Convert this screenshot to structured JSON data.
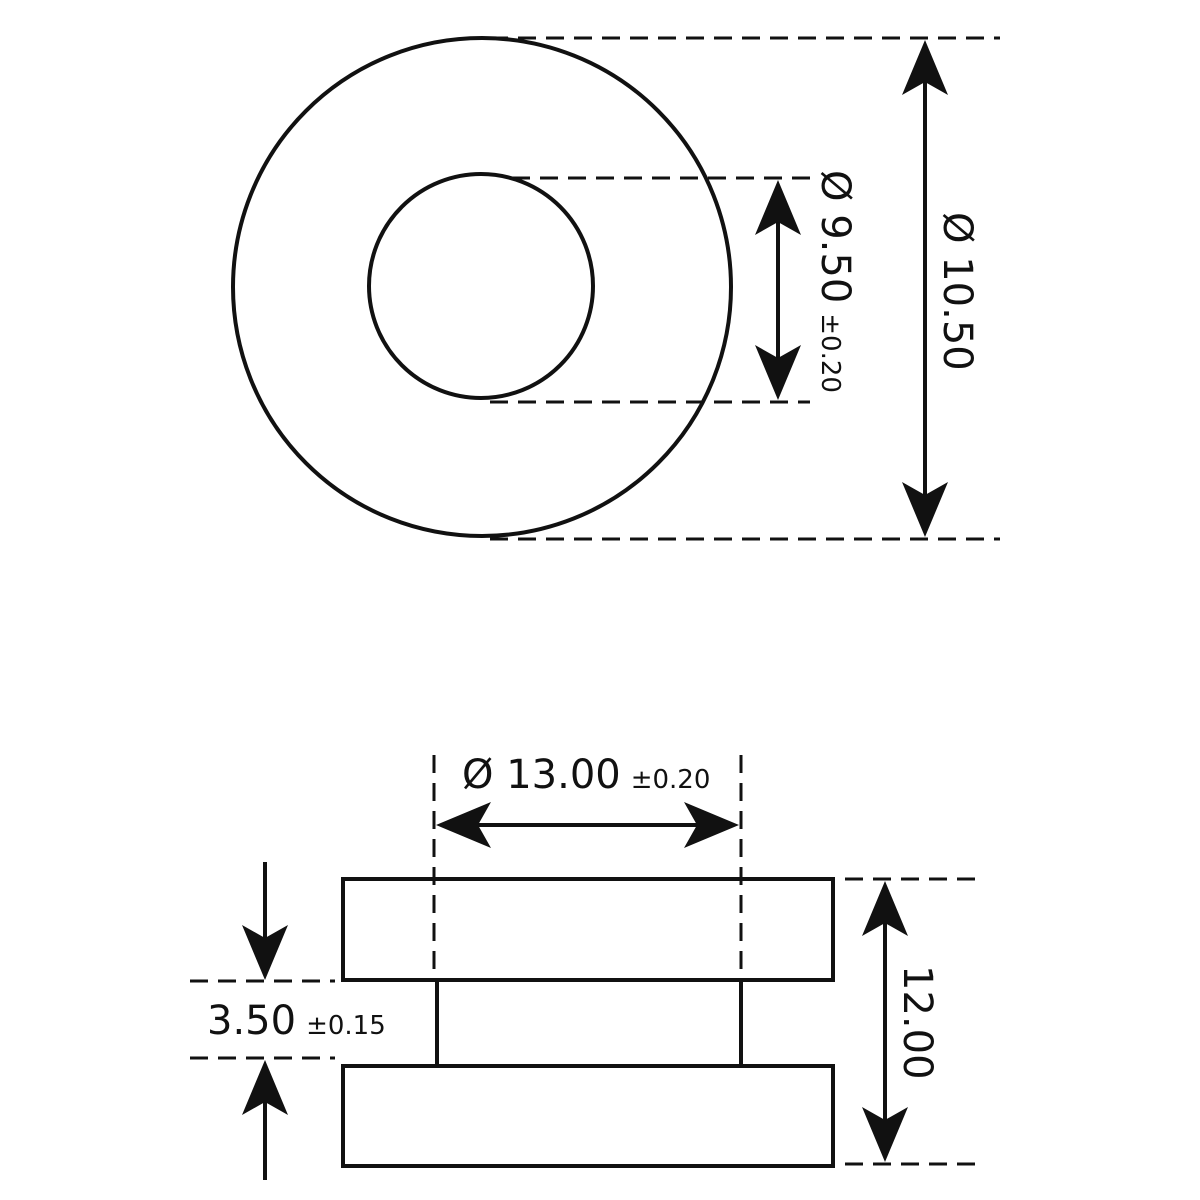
{
  "top_view": {
    "inner_label": "Ø 9.50",
    "inner_tolerance": "±0.20",
    "outer_label": "Ø 10.50"
  },
  "side_view": {
    "width_label": "Ø 13.00",
    "width_tolerance": "±0.20",
    "height_label": "12.00",
    "gap_label": "3.50",
    "gap_tolerance": "±0.15"
  }
}
